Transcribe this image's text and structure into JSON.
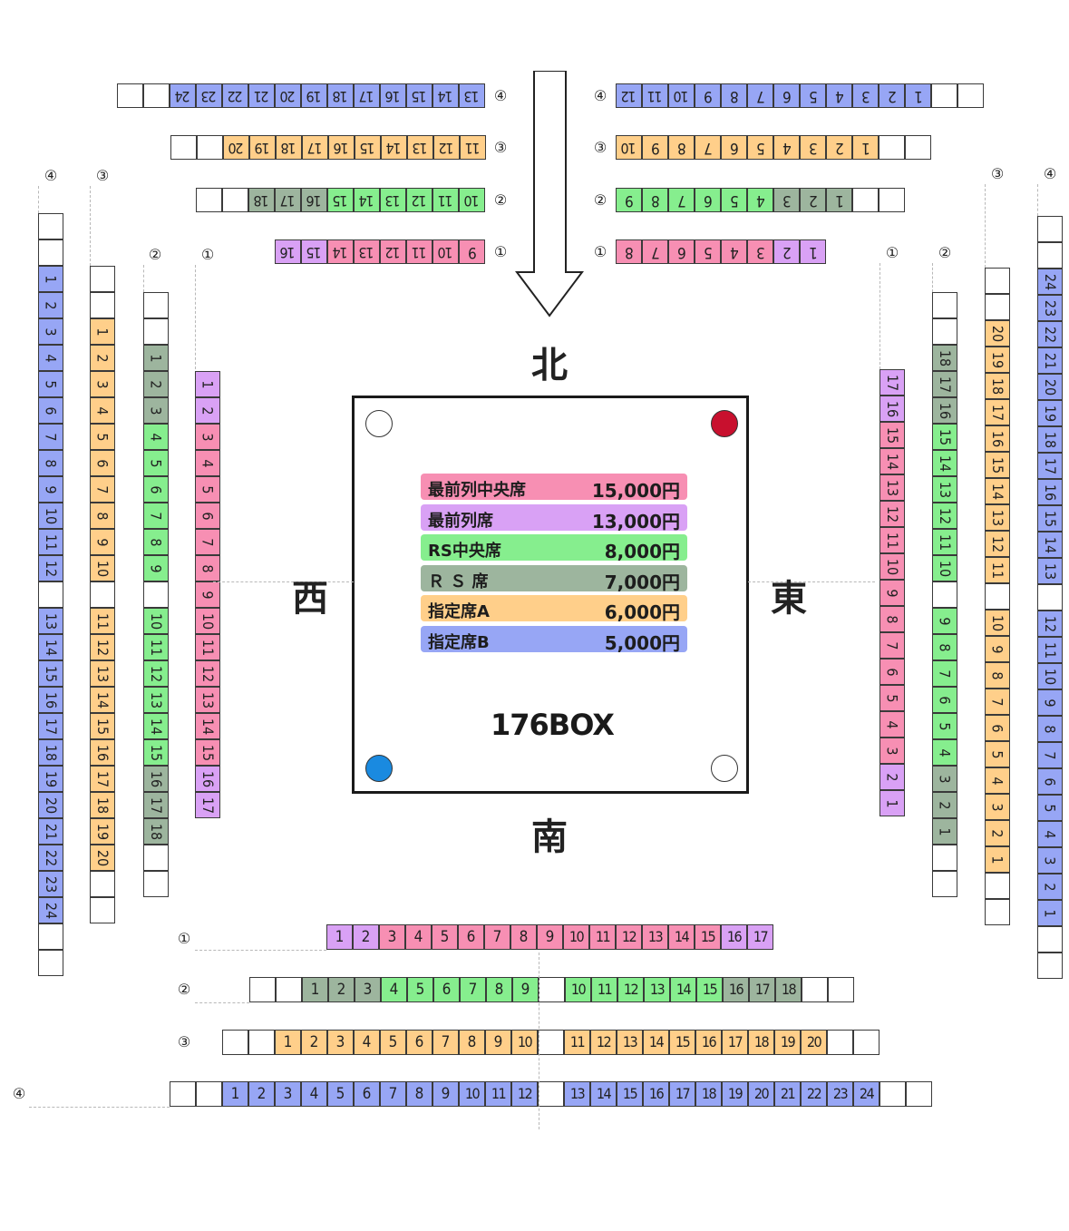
{
  "directions": {
    "north": "北",
    "south": "南",
    "west": "西",
    "east": "東"
  },
  "row_marks": [
    "①",
    "②",
    "③",
    "④"
  ],
  "venue_label": "176BOX",
  "legend": [
    {
      "label": "最前列中央席",
      "price": "15,000円",
      "color": "#f78fb3"
    },
    {
      "label": "最前列席",
      "price": "13,000円",
      "color": "#d9a1f5"
    },
    {
      "label": "RS中央席",
      "price": "8,000円",
      "color": "#86ee8e"
    },
    {
      "label": "Ｒ Ｓ 席",
      "price": "7,000円",
      "color": "#9db59e"
    },
    {
      "label": "指定席A",
      "price": "6,000円",
      "color": "#ffcf8a"
    },
    {
      "label": "指定席B",
      "price": "5,000円",
      "color": "#97a6f5"
    }
  ],
  "corners": {
    "top_left": "#ffffff",
    "top_right": "#c8102e",
    "bottom_left": "#1a8ae0",
    "bottom_right": "#ffffff"
  }
}
